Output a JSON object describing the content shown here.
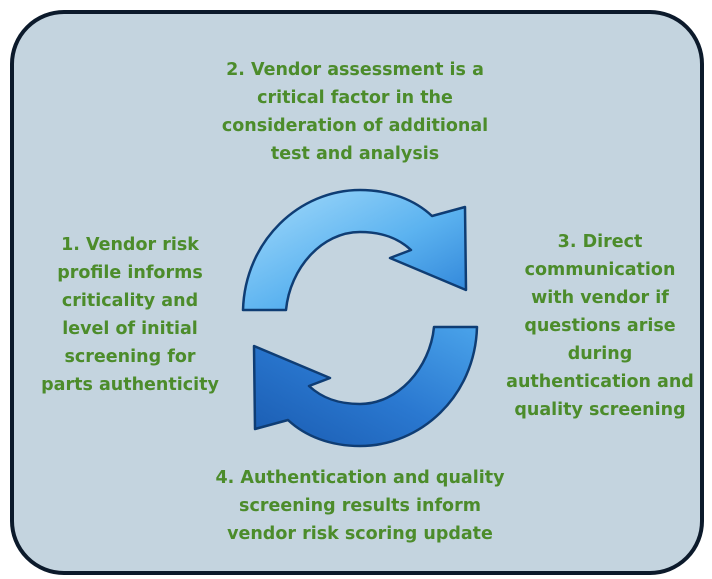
{
  "steps": {
    "step1": "1. Vendor risk\nprofile informs\ncriticality and\nlevel of initial\nscreening for\nparts authenticity",
    "step2": "2. Vendor assessment is a\ncritical factor in the\nconsideration of additional\ntest and analysis",
    "step3": "3. Direct\ncommunication\nwith vendor if\nquestions arise\nduring\nauthentication and\nquality screening",
    "step4": "4. Authentication and quality\nscreening results inform\nvendor risk scoring update"
  },
  "colors": {
    "panel_fill": "#c4d4df",
    "panel_border": "#0c1a2b",
    "text_green": "#4c8c2b",
    "arrow_light": "#8fd0f7",
    "arrow_dark": "#1e5fb8",
    "arrow_outline": "#0f3d74"
  },
  "icons": {
    "cycle": "refresh-cycle-arrows-icon"
  }
}
